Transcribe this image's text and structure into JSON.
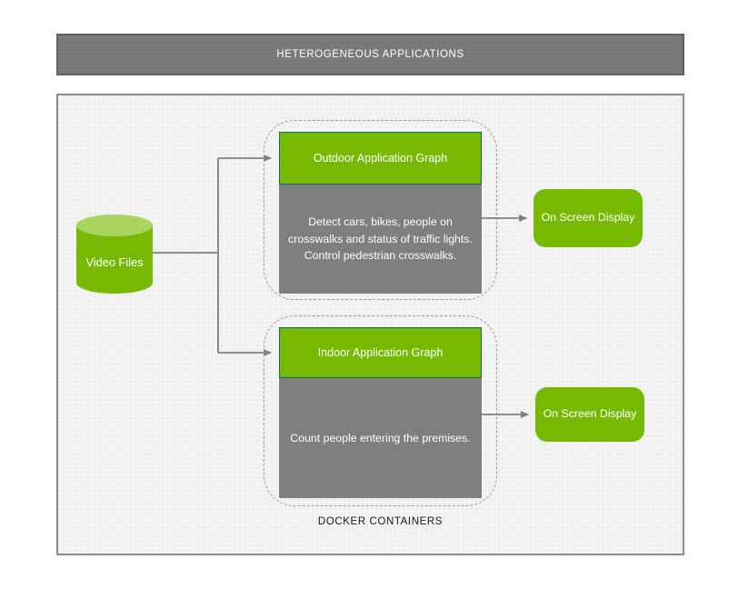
{
  "theme": {
    "colors": {
      "green": "#76b900",
      "green-light": "#a9d45f",
      "green-border": "#0c6e5f",
      "gray-box": "#7f7f7f",
      "gray-header": "#787878",
      "header-border": "#616161",
      "canvas-bg": "#f0f0f0",
      "canvas-border": "#8c8c8c",
      "dashed-border": "#9a9a9a",
      "connector": "#808080",
      "text-light": "#ffffff",
      "text-dark": "#1a1a1a"
    }
  },
  "header": {
    "title": "HETEROGENEOUS APPLICATIONS"
  },
  "diagram": {
    "video_files": {
      "label": "Video Files"
    },
    "outdoor": {
      "title": "Outdoor Application Graph",
      "description": "Detect cars, bikes, people on crosswalks and status of traffic lights. Control pedestrian crosswalks."
    },
    "indoor": {
      "title": "Indoor Application Graph",
      "description": "Count people entering the premises."
    },
    "osd_top": {
      "label": "On Screen Display"
    },
    "osd_bottom": {
      "label": "On Screen Display"
    },
    "docker_label": "DOCKER CONTAINERS"
  }
}
